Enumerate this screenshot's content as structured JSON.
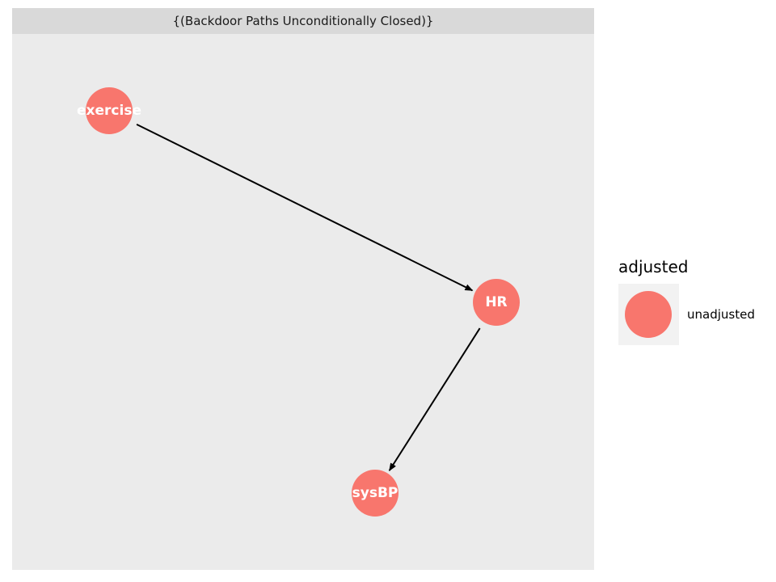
{
  "facet": {
    "label": "{(Backdoor Paths Unconditionally Closed)}"
  },
  "colors": {
    "panel_background": "#ebebeb",
    "strip_background": "#d9d9d9",
    "node_unadjusted": "#f8766d",
    "node_text": "#ffffff",
    "edge": "#000000"
  },
  "nodes": [
    {
      "id": "exercise",
      "label": "exercise",
      "adjusted": "unadjusted"
    },
    {
      "id": "HR",
      "label": "HR",
      "adjusted": "unadjusted"
    },
    {
      "id": "sysBP",
      "label": "sysBP",
      "adjusted": "unadjusted"
    }
  ],
  "edges": [
    {
      "from": "exercise",
      "to": "HR"
    },
    {
      "from": "HR",
      "to": "sysBP"
    }
  ],
  "legend": {
    "title": "adjusted",
    "items": [
      {
        "label": "unadjusted",
        "color": "#f8766d"
      }
    ]
  }
}
